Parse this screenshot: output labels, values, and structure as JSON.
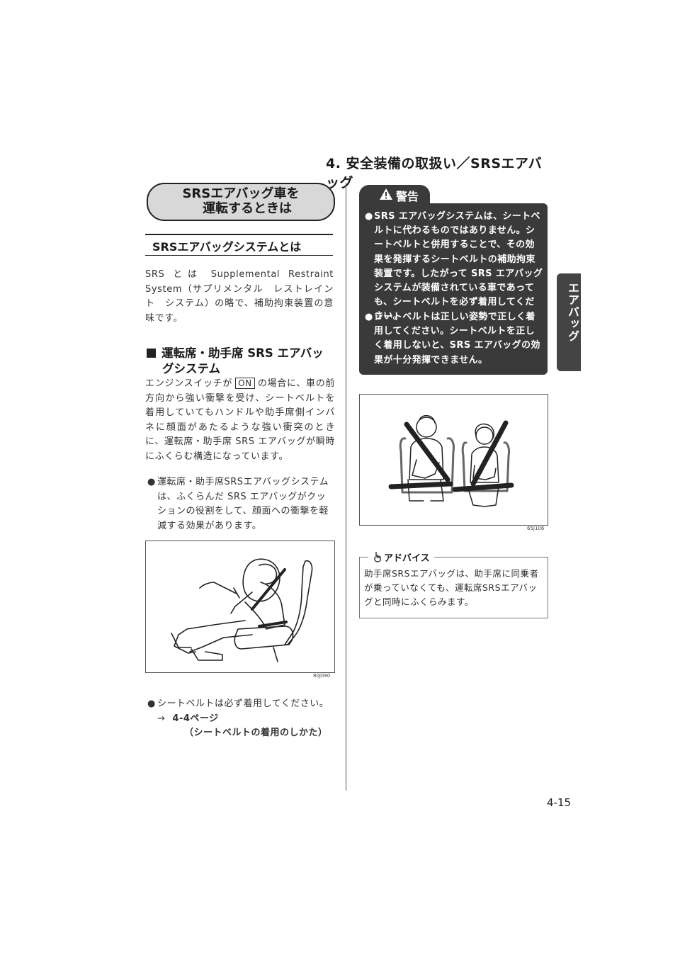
{
  "header": {
    "chapter": "4. 安全装備の取扱い／SRSエアバッグ"
  },
  "side_tab": {
    "label": "エアバッグ"
  },
  "left": {
    "title_line1": "SRSエアバッグ車を",
    "title_line2": "運転するときは",
    "section_heading": "SRSエアバッグシステムとは",
    "intro": "SRS とは Supplemental Restraint System（サプリメンタル　レストレイント　システム）の略で、補助拘束装置の意味です。",
    "sub_heading_line1": "運転席・助手席 SRS エアバッ",
    "sub_heading_line2": "グシステム",
    "p2_before": "エンジンスイッチが",
    "p2_key": "ON",
    "p2_after": "の場合に、車の前方向から強い衝撃を受け、シートベルトを着用していてもハンドルや助手席側インパネに顔面があたるような強い衝突のときに、運転席・助手席 SRS エアバッグが瞬時にふくらむ構造になっています。",
    "bullet1": "運転席・助手席SRSエアバッグシステムは、ふくらんだ SRS エアバッグがクッションの役割をして、顔面への衝撃を軽減する効果があります。",
    "fig1_code": "80J090",
    "bullet2": "シートベルトは必ず着用してください。",
    "ref_arrow": "→",
    "ref_page": "4-4ページ",
    "ref_title": "（シートベルトの着用のしかた）"
  },
  "right": {
    "warning_label": "警告",
    "warning1": "SRS エアバッグシステムは、シートベルトに代わるものではありません。シートベルトと併用することで、その効果を発揮するシートベルトの補助拘束装置です。したがって SRS エアバッグシステムが装備されている車であっても、シートベルトを必ず着用してください。",
    "warning2": "シートベルトは正しい姿勢で正しく着用してください。シートベルトを正しく着用しないと、SRS エアバッグの効果が十分発揮できません。",
    "fig2_code": "65J106",
    "advice_label": "アドバイス",
    "advice_text": "助手席SRSエアバッグは、助手席に同乗者が乗っていなくても、運転席SRSエアバッグと同時にふくらみます。"
  },
  "footer": {
    "page_number": "4-15"
  }
}
